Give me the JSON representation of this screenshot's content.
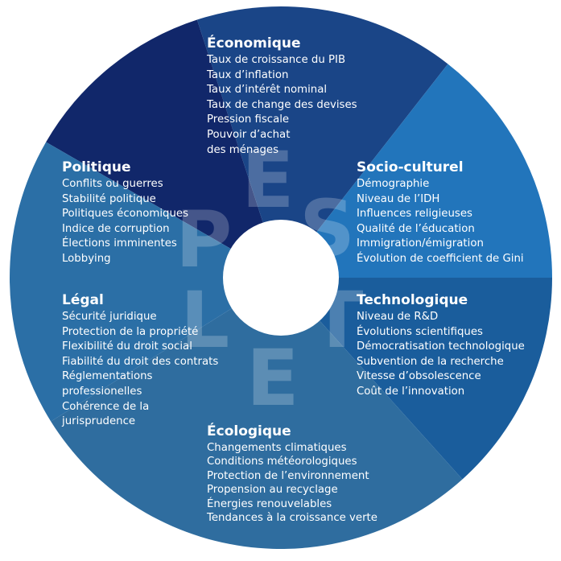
{
  "colors": {
    "economique": "#1a4587",
    "socioculturel": "#2275bb",
    "technologique": "#1a5d9c",
    "ecologique": "#2f6d9f",
    "legal": "#2b6fa6",
    "politique": "#11276a",
    "center": "#ffffff"
  },
  "letters": [
    "P",
    "E",
    "S",
    "L",
    "E",
    "T"
  ],
  "sections": {
    "economique": {
      "title": "Économique",
      "items": [
        "Taux de croissance du PIB",
        "Taux d’inflation",
        "Taux d’intérêt nominal",
        "Taux de change des devises",
        "Pression fiscale",
        "Pouvoir d’achat",
        "des ménages"
      ]
    },
    "socioculturel": {
      "title": "Socio-culturel",
      "items": [
        "Démographie",
        "Niveau de l’IDH",
        "Influences religieuses",
        "Qualité de l’éducation",
        "Immigration/émigration",
        "Évolution de coefficient de Gini"
      ]
    },
    "technologique": {
      "title": "Technologique",
      "items": [
        "Niveau de R&D",
        "Évolutions scientifiques",
        "Démocratisation technologique",
        "Subvention de la recherche",
        "Vitesse d’obsolescence",
        "Coût de l’innovation"
      ]
    },
    "ecologique": {
      "title": "Écologique",
      "items": [
        "Changements climatiques",
        "Conditions météorologiques",
        "Protection de l’environnement",
        "Propension au recyclage",
        "Énergies renouvelables",
        "Tendances à la croissance verte"
      ]
    },
    "legal": {
      "title": "Légal",
      "items": [
        "Sécurité juridique",
        "Protection de la propriété",
        "Flexibilité du droit social",
        "Fiabilité du droit des contrats",
        "Réglementations",
        "professionelles",
        "Cohérence de la",
        "jurisprudence"
      ]
    },
    "politique": {
      "title": "Politique",
      "items": [
        "Conflits ou guerres",
        "Stabilité politique",
        "Politiques économiques",
        "Indice de corruption",
        "Élections imminentes",
        "Lobbying"
      ]
    }
  }
}
